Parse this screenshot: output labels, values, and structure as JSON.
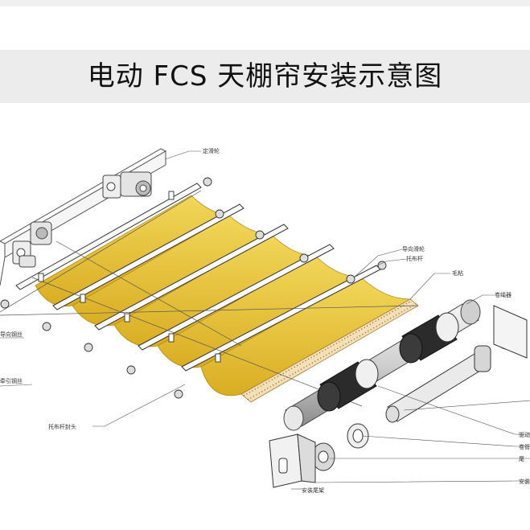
{
  "title": "电动 FCS 天棚帘安装示意图",
  "labels": {
    "fixed_pulley": "定滑轮",
    "guide_pulley": "导向滑轮",
    "cloth_rod": "托布杆",
    "felt": "毛粘",
    "rope_winder": "卷绳器",
    "guide_wire": "导向钢丝",
    "pull_wire": "牵引钢丝",
    "rod_end_cap": "托布杆封头",
    "bracket": "安装尾架",
    "r1": "驱动",
    "r2": "卷管",
    "r3": "尾",
    "r4": "安装"
  },
  "colors": {
    "fabric": "#e8c533",
    "fabric_dark": "#d1a71d",
    "line": "#444444",
    "tube": "#d9d9d9",
    "roller": "#2b2b2b"
  }
}
